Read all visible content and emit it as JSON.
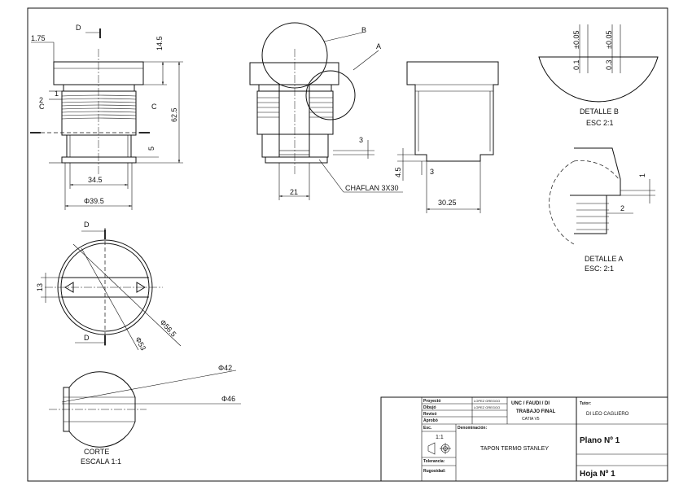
{
  "views": {
    "front": {
      "section_letter_top": "D",
      "dim_1_75": "1.75",
      "dim_14_5": "14.5",
      "dim_62_5": "62.5",
      "dim_1": "1",
      "dim_2": "2",
      "section_c_left": "C",
      "section_c_right": "C",
      "dim_5": "5",
      "dim_34_5": "34.5",
      "dim_39_5": "Φ39.5"
    },
    "side": {
      "label_b": "B",
      "label_a": "A",
      "dim_3": "3",
      "dim_21": "21",
      "chamfer": "CHAFLAN 3X30"
    },
    "section": {
      "dim_4_5": "4.5",
      "dim_3": "3",
      "dim_30_25": "30.25"
    },
    "detail_b": {
      "tol_left": "±0.05",
      "val_left": "0.1",
      "tol_right": "±0.05",
      "val_right": "0.3",
      "title": "DETALLE B",
      "scale": "ESC 2:1"
    },
    "detail_a": {
      "dim_1": "1",
      "dim_2": "2",
      "title": "DETALLE A",
      "scale": "ESC: 2:1"
    },
    "top": {
      "letter_top": "D",
      "letter_bottom": "D",
      "dim_13": "13",
      "dim_56_5": "Φ56.5",
      "dim_53": "Φ53"
    },
    "corte": {
      "dim_42": "Φ42",
      "dim_46": "Φ46",
      "title": "CORTE",
      "scale": "ESCALA 1:1"
    }
  },
  "title_block": {
    "rows": [
      {
        "label": "Proyectó",
        "value": "LOPEZ GREGGO"
      },
      {
        "label": "Dibujó",
        "value": "LOPEZ GREGGO"
      },
      {
        "label": "Revisó",
        "value": ""
      },
      {
        "label": "Aprobó",
        "value": ""
      }
    ],
    "institution": "UNC / FAUDI / DI",
    "work": "TRABAJO FINAL",
    "software": "CATIA V5",
    "tutor_label": "Tutor:",
    "tutor": "DI LEO CAGLIERO",
    "esc_label": "Esc.",
    "esc_value": "1:1",
    "denominacion_label": "Denominación:",
    "denominacion": "TAPON TERMO STANLEY",
    "tolerancia_label": "Tolerancia:",
    "rugosidad_label": "Rugosidad:",
    "plano": "Plano Nº 1",
    "hoja": "Hoja Nº 1"
  }
}
